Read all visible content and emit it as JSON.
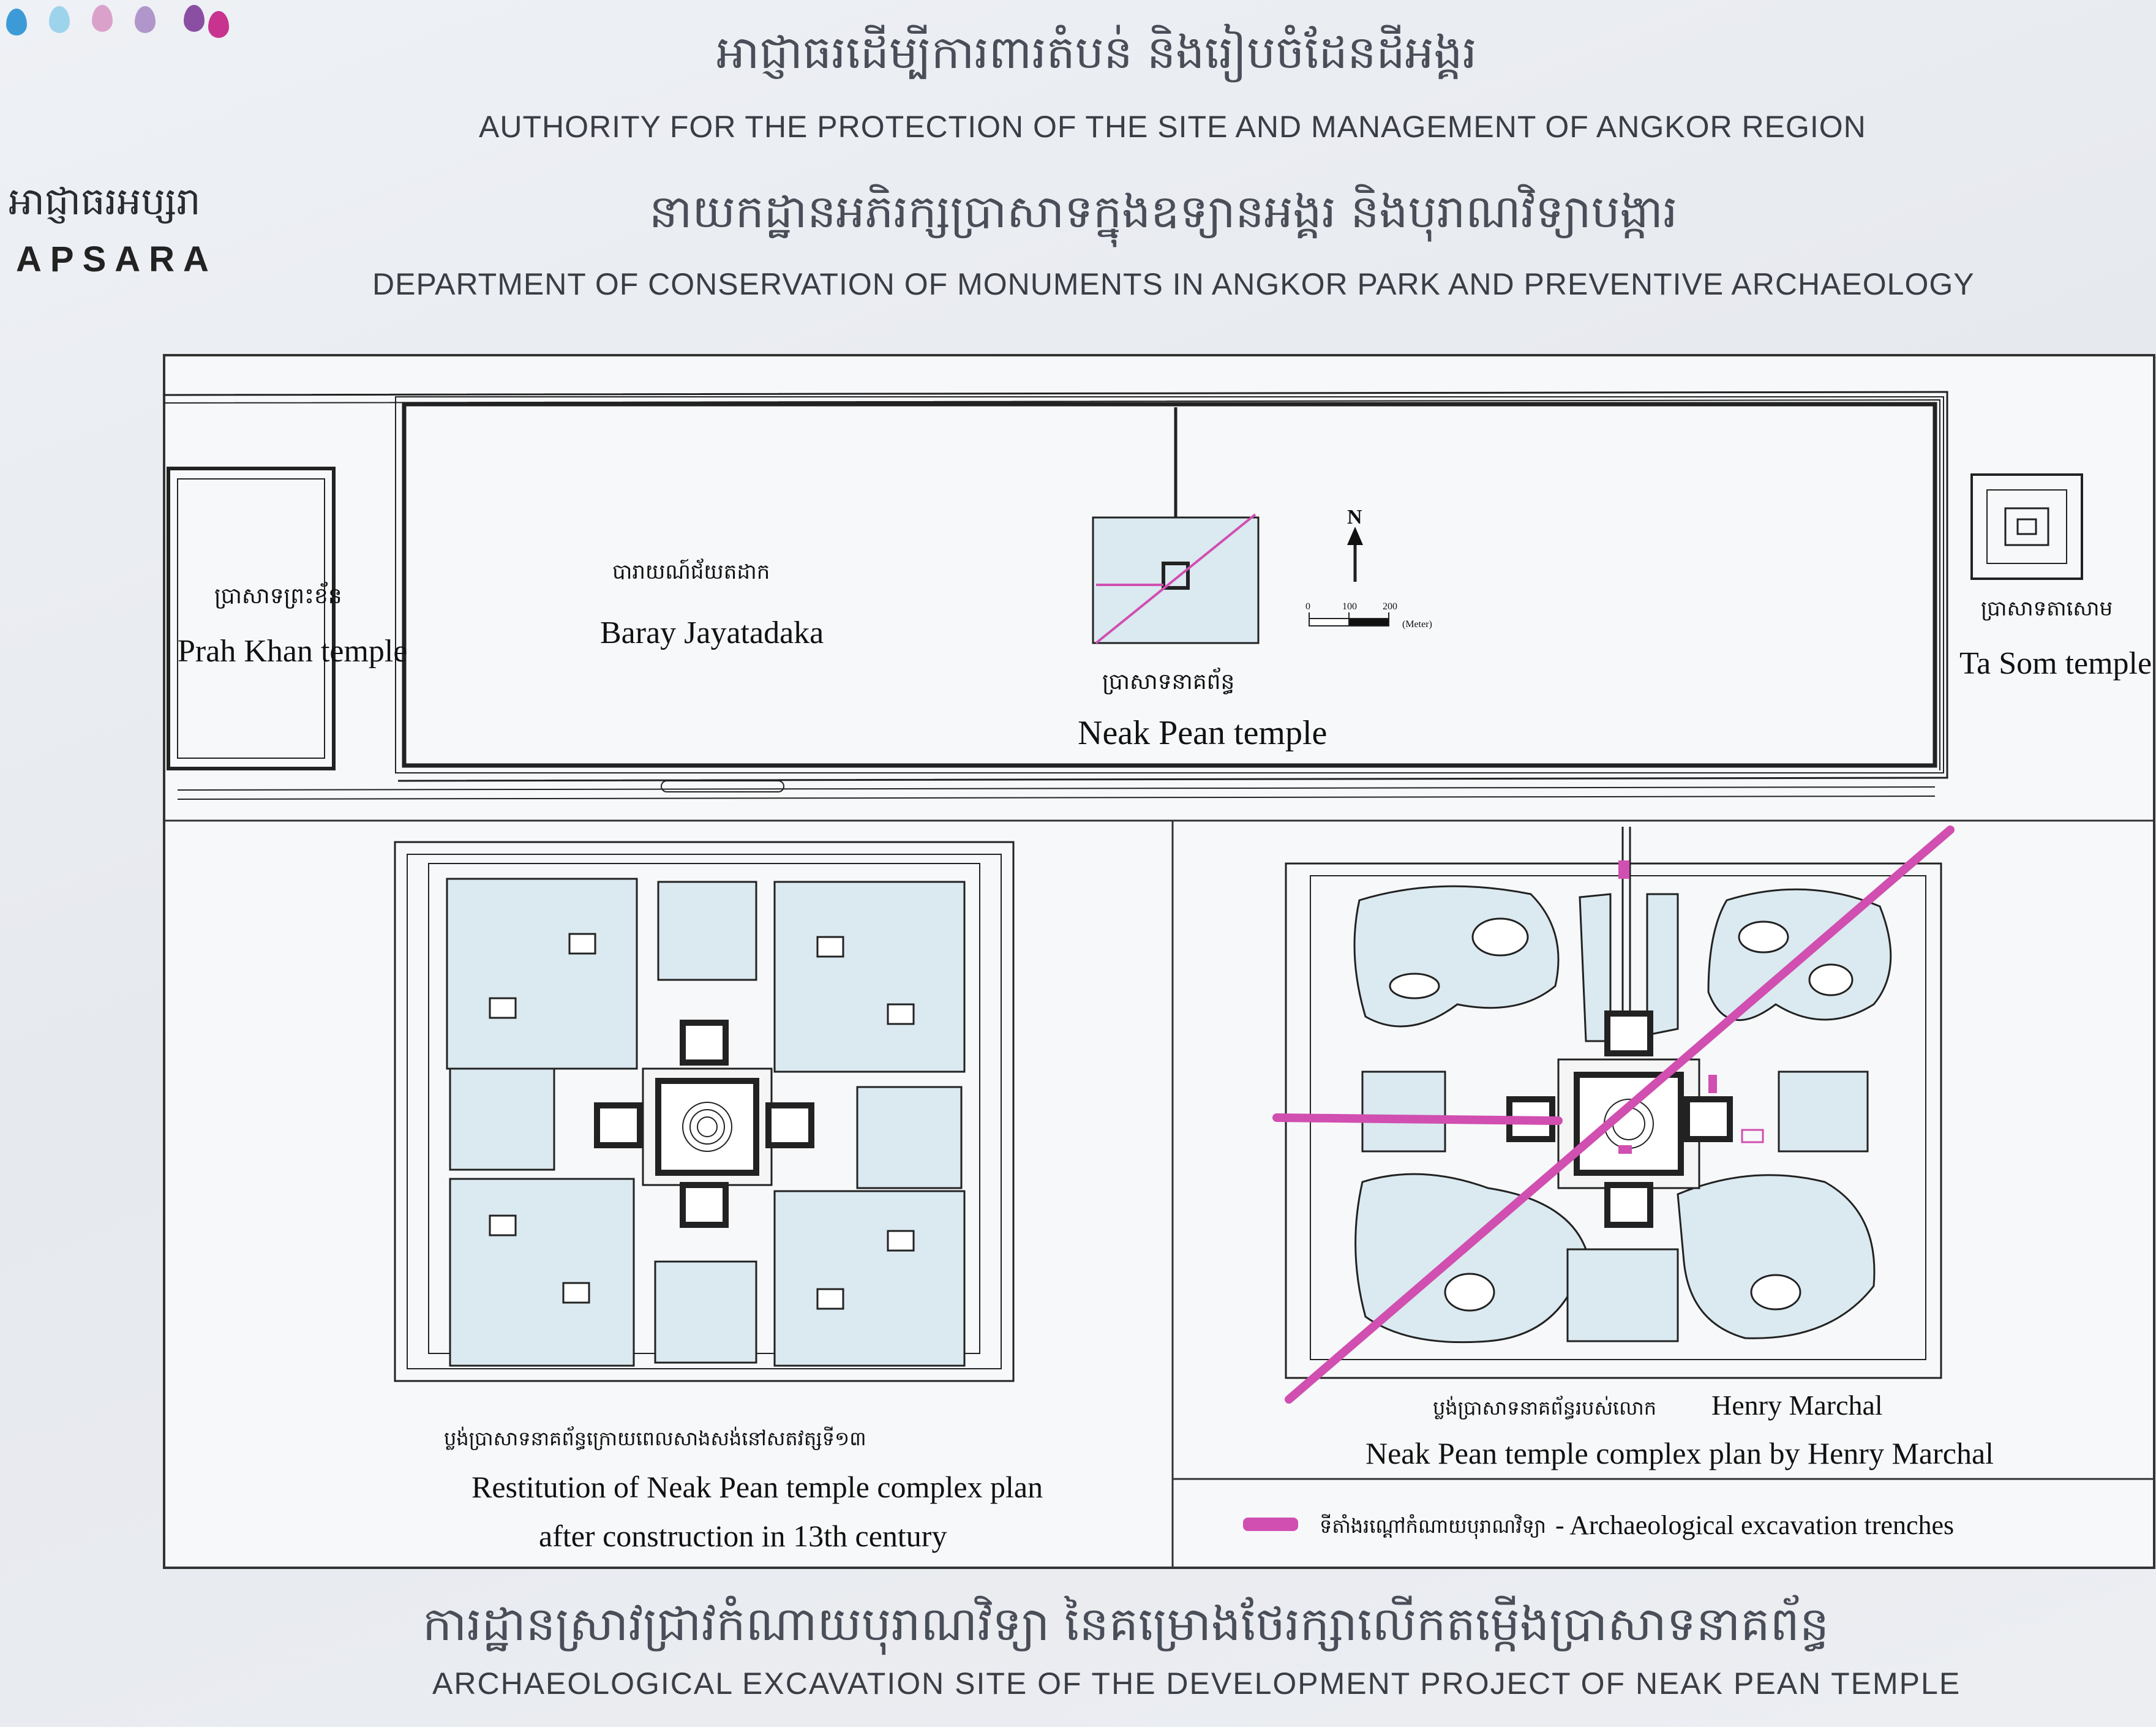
{
  "header": {
    "kh_line1": "អាជ្ញាធរដើម្បីការពារតំបន់ និងរៀបចំដែនដីអង្គរ",
    "en_line1": "AUTHORITY FOR THE PROTECTION OF THE SITE AND MANAGEMENT OF ANGKOR REGION",
    "kh_line2": "នាយកដ្ឋានអភិរក្សប្រាសាទក្នុងឧទ្យានអង្គរ និងបុរាណវិទ្យាបង្ការ",
    "en_line2": "DEPARTMENT OF CONSERVATION OF MONUMENTS IN ANGKOR PARK AND PREVENTIVE ARCHAEOLOGY"
  },
  "logo": {
    "kh": "អាជ្ញាធរអប្សរា",
    "en": "APSARA",
    "dot_colors": [
      "#3c9bd6",
      "#7cc6e8",
      "#c7338f",
      "#8a4fa3"
    ]
  },
  "top_map": {
    "prah_khan_kh": "ប្រាសាទព្រះខ័ន",
    "prah_khan_en": "Prah Khan temple",
    "baray_kh": "បារាយណ៍ជ័យតដាក",
    "baray_en": "Baray Jayatadaka",
    "neak_pean_kh": "ប្រាសាទនាគព័ន្ធ",
    "neak_pean_en": "Neak Pean temple",
    "ta_som_kh": "ប្រាសាទតាសោម",
    "ta_som_en": "Ta Som temple",
    "north_label": "N",
    "scale_0": "0",
    "scale_100": "100",
    "scale_200": "200",
    "scale_unit": "(Meter)"
  },
  "left_plan": {
    "kh": "ប្លង់ប្រាសាទនាគព័ន្ធក្រោយពេលសាងសង់នៅសតវត្សទី១៣",
    "en_line1": "Restitution of Neak Pean temple complex plan",
    "en_line2": "after construction in 13th century"
  },
  "right_plan": {
    "kh": "ប្លង់ប្រាសាទនាគព័ន្ធរបស់លោក",
    "kh_name": "Henry Marchal",
    "en": "Neak Pean temple complex plan by Henry Marchal"
  },
  "legend": {
    "kh": "ទីតាំងរណ្តៅកំណាយបុរាណវិទ្យា",
    "en": "- Archaeological excavation trenches",
    "trench_color": "#d04fb0"
  },
  "footer": {
    "kh": "ការដ្ឋានស្រាវជ្រាវកំណាយបុរាណវិទ្យា នៃគម្រោងថែរក្សាលើកតម្កើងប្រាសាទនាគព័ន្ធ",
    "en": "ARCHAEOLOGICAL EXCAVATION SITE OF THE DEVELOPMENT  PROJECT  OF NEAK PEAN TEMPLE"
  },
  "colors": {
    "water": "#dbe9f0",
    "line": "#1a1a1a",
    "trench": "#d04fb0"
  }
}
